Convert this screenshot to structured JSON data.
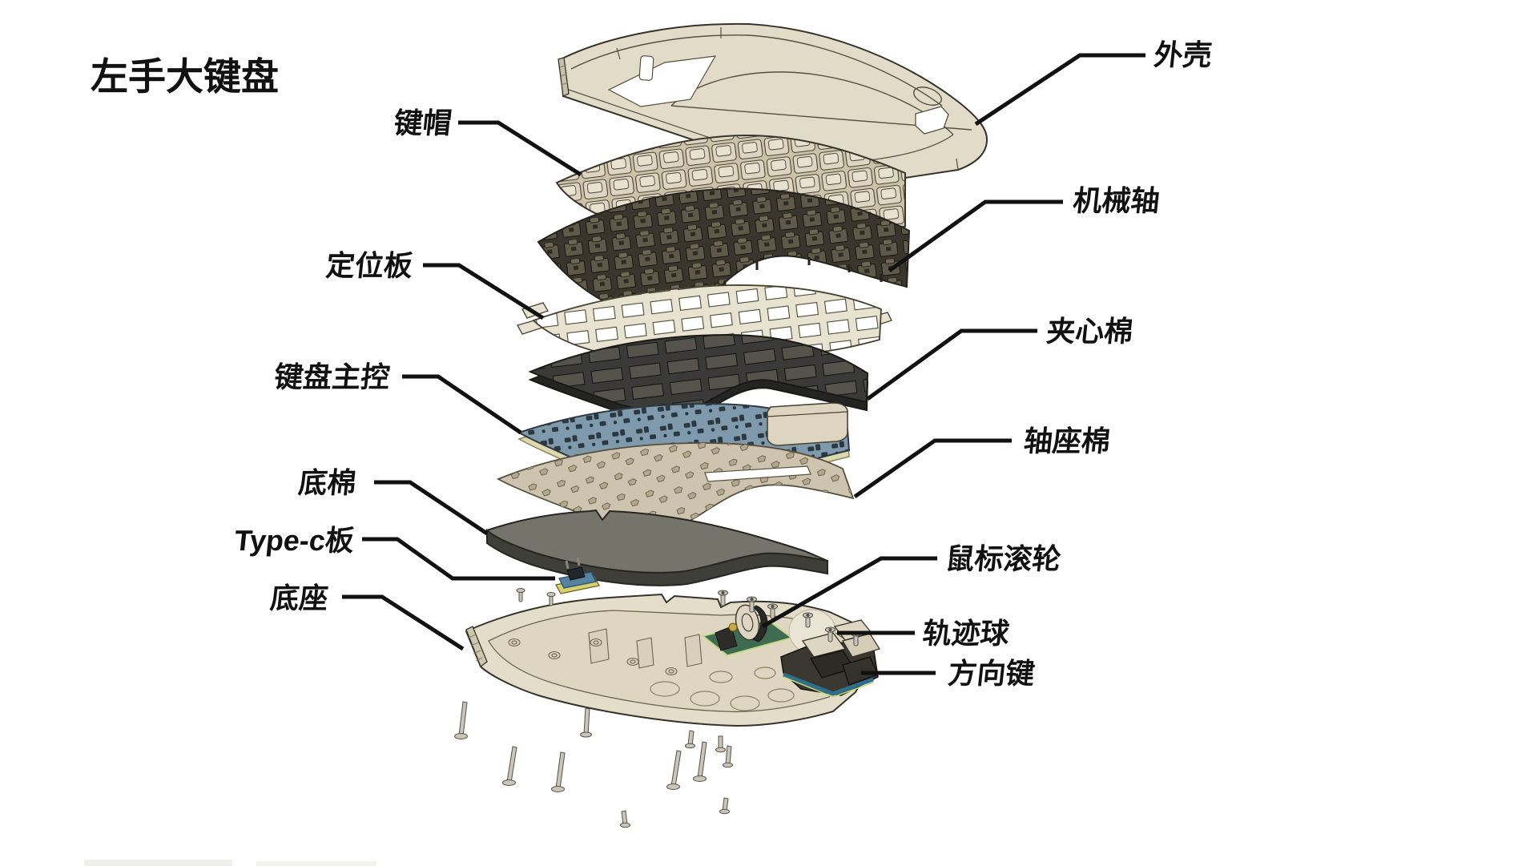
{
  "title": "左手大键盘",
  "labels": {
    "shell": "外壳",
    "keycaps": "键帽",
    "switches": "机械轴",
    "plate": "定位板",
    "mid_foam": "夹心棉",
    "pcb": "键盘主控",
    "seat_foam": "轴座棉",
    "bottom_foam": "底棉",
    "typec": "Type-c板",
    "wheel": "鼠标滚轮",
    "base": "底座",
    "trackball": "轨迹球",
    "arrows": "方向键"
  },
  "colors": {
    "beige": "#e2dbc8",
    "beige_dark": "#cbc2aa",
    "switch_dark": "#4a463c",
    "foam_dark": "#3a3a38",
    "pcb_blue": "#7e9aac",
    "seat_tan": "#cdc3ae",
    "bottom_foam_gray": "#74746b",
    "line": "#111111"
  }
}
